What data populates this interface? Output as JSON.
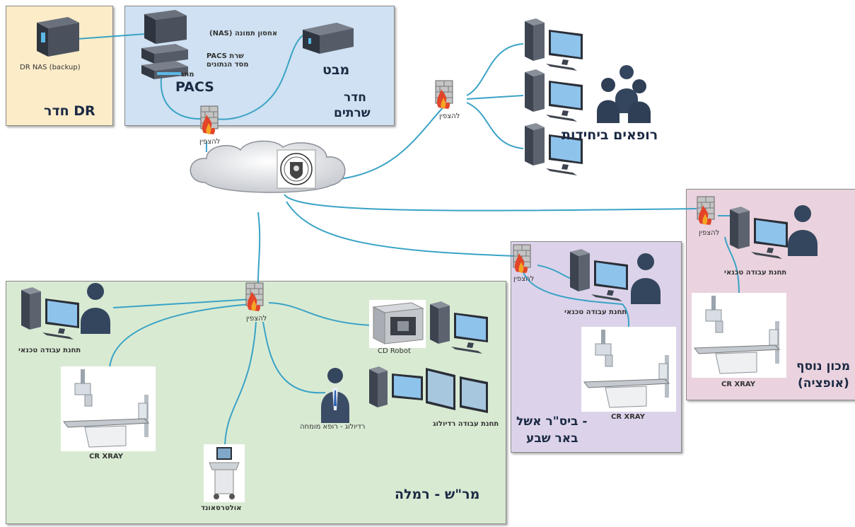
{
  "regions": {
    "dr_room": {
      "title": "חדר DR",
      "nas_label": "DR NAS (backup)",
      "color": "#fcecc8"
    },
    "server_room": {
      "title_line1": "חדר",
      "title_line2": "שרתים",
      "nas_storage": "(NAS) אחסון תמונה",
      "pacs_server_line1": "PACS שרת",
      "pacs_server_line2": "מסד הנתונים",
      "switch_label": "מתג",
      "pacs_title": "PACS",
      "mabat": "מבט",
      "color": "#cfe1f2"
    },
    "physicians": {
      "title": "רופאים ביחידות"
    },
    "ramla": {
      "title": "מר\"ש - רמלה",
      "workstation": "תחנת עבודה טכנאי",
      "cr_xray": "CR XRAY",
      "cd_robot": "CD Robot",
      "radiologist": "רדיולוג - רופא מומחה",
      "radiology_station": "תחנת עבודה רדיולוג",
      "ultrasound": "אולטרסאונד",
      "color": "#d9ead3"
    },
    "beersheva": {
      "title_line1": "- ביס\"ר אשל",
      "title_line2": "באר שבע",
      "workstation": "תחנת עבודה טכנאי",
      "cr_xray": "CR XRAY",
      "color": "#dcd3ea"
    },
    "extra": {
      "title_line1": "מכון נוסף",
      "title_line2": "(אופציה)",
      "workstation": "תחנת עבודה טכנאי",
      "cr_xray": "CR XRAY",
      "color": "#ead3de"
    }
  },
  "firewall_label": "להצפין",
  "colors": {
    "link": "#3aa3c6",
    "device_dark": "#3d4450",
    "person": "#34465e",
    "title": "#1c2a44"
  }
}
